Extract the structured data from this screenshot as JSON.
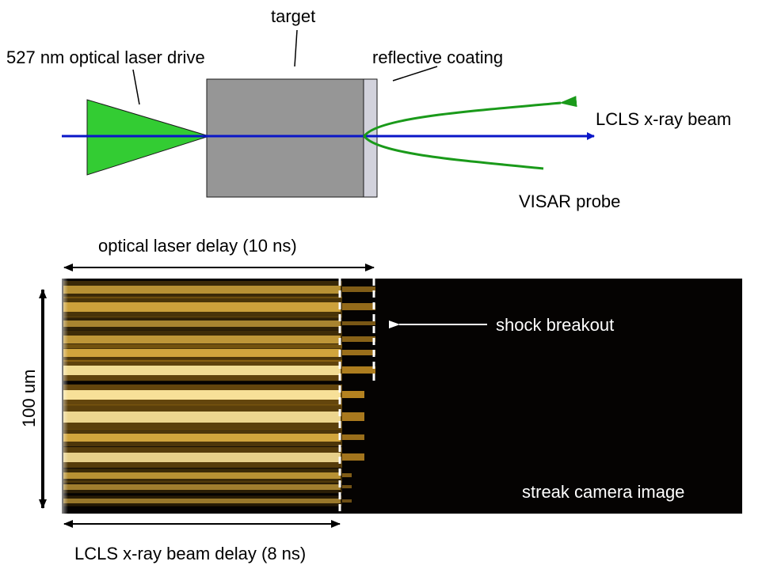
{
  "labels": {
    "laser_drive": "527 nm optical laser drive",
    "target": "target",
    "coating": "reflective coating",
    "xray_beam": "LCLS x-ray beam",
    "visar": "VISAR probe",
    "optical_delay": "optical laser delay (10 ns)",
    "xray_delay": "LCLS x-ray beam delay (8 ns)",
    "scale": "100 um",
    "breakout": "shock breakout",
    "streak": "streak camera image"
  },
  "colors": {
    "laser_green": "#33cc33",
    "visar_green": "#1a9a1a",
    "xray_blue": "#0a16c8",
    "target_gray": "#969696",
    "coating_gray": "#d2d2dc",
    "streak_dark": "#050302",
    "fringe_bright": "#ffe9a0",
    "fringe_mid": "#d99a1a"
  }
}
